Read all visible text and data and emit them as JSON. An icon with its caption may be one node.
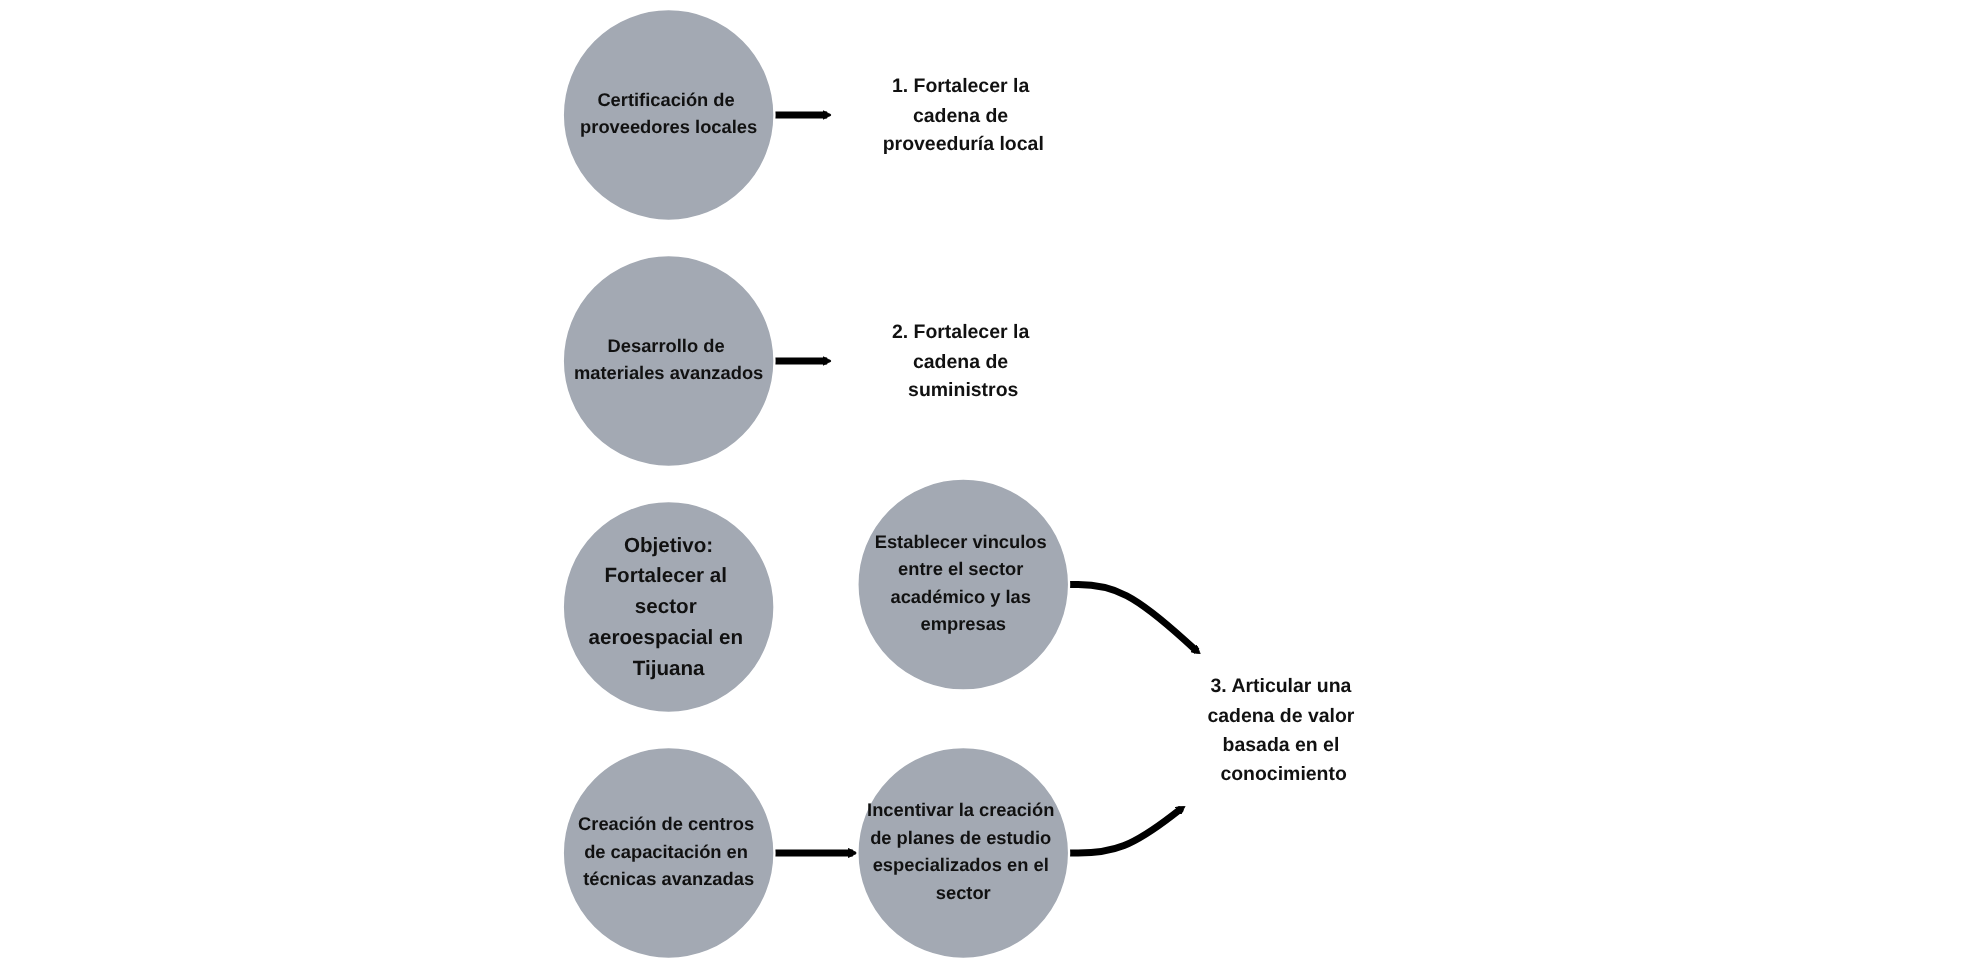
{
  "diagram": {
    "nodes": [
      {
        "text": [
          "1. Fortalecer la cadena de proveeduría local"
        ]
      },
      {
        "text": [
          "Certificación de proveedores locales"
        ]
      },
      {
        "text": [
          "2. Fortalecer la cadena de suministros"
        ]
      },
      {
        "text": [
          "Desarrollo de materiales avanzados"
        ]
      },
      {
        "text": [
          "Objetivo:",
          "Fortalecer al sector aeroespacial en Tijuana"
        ]
      },
      {
        "text": [
          "Establecer vinculos entre el sector académico y las empresas"
        ]
      },
      {
        "text": [
          "Creación de centros de capacitación en técnicas avanzadas"
        ]
      },
      {
        "text": [
          "3. Articular una cadena de valor basada en el conocimiento"
        ]
      },
      {
        "text": [
          "Incentivar la creación de planes de estudio especializados en el sector"
        ]
      }
    ],
    "edges": [
      {
        "from": 1,
        "to": 0,
        "arrow": "to"
      },
      {
        "from": 3,
        "to": 2,
        "arrow": "to"
      },
      {
        "from": 5,
        "to": 7,
        "arrow": "to"
      },
      {
        "from": 8,
        "to": 7,
        "arrow": "to"
      },
      {
        "from": 6,
        "to": 8,
        "arrow": "to"
      }
    ]
  }
}
